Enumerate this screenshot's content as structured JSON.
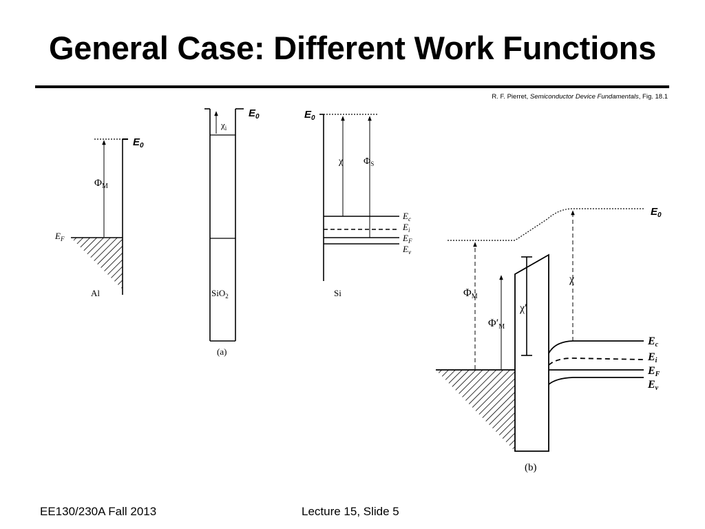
{
  "slide": {
    "title": "General Case: Different Work Functions",
    "citation_prefix": "R. F. Pierret, ",
    "citation_book": "Semiconductor Device Fundamentals",
    "citation_suffix": ", Fig. 18.1",
    "footer_left": "EE130/230A Fall 2013",
    "footer_center": "Lecture 15, Slide 5"
  },
  "diagram_a": {
    "caption": "(a)",
    "metal": {
      "label": "Al",
      "E0": "E",
      "E0_sub": "0",
      "EF": "E",
      "EF_sub": "F",
      "phi": "Φ",
      "phi_sub": "M"
    },
    "oxide": {
      "label": "SiO",
      "label_sub": "2",
      "E0": "E",
      "E0_sub": "0",
      "chi": "χ",
      "chi_sub": "i"
    },
    "semiconductor": {
      "label": "Si",
      "E0": "E",
      "E0_sub": "0",
      "chi": "χ",
      "phi": "Φ",
      "phi_sub": "S",
      "Ec": "E",
      "Ec_sub": "c",
      "Ei": "E",
      "Ei_sub": "i",
      "EF": "E",
      "EF_sub": "F",
      "Ev": "E",
      "Ev_sub": "v"
    }
  },
  "diagram_b": {
    "caption": "(b)",
    "E0": "E",
    "E0_sub": "0",
    "phi": "Φ",
    "phi_sub": "M",
    "phi_prime": "Φ′",
    "phi_prime_sub": "M",
    "chi_prime": "χ′",
    "chi": "χ",
    "Ec": "E",
    "Ec_sub": "c",
    "Ei": "E",
    "Ei_sub": "i",
    "EF": "E",
    "EF_sub": "F",
    "Ev": "E",
    "Ev_sub": "v"
  }
}
